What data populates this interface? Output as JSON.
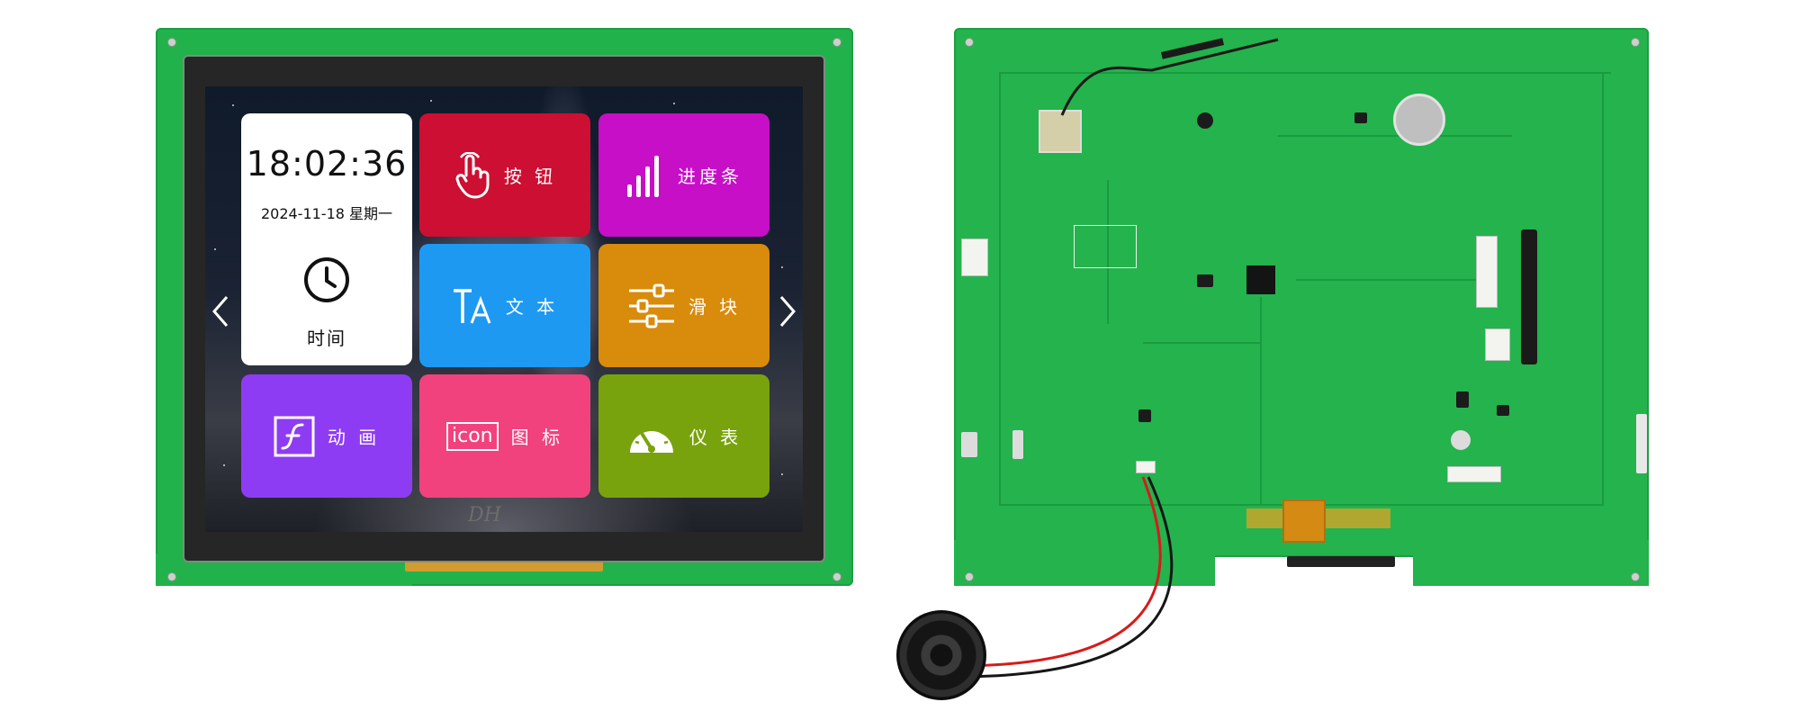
{
  "screen_ui": {
    "time_tile": {
      "time": "18:02:36",
      "date": "2024-11-18 星期一",
      "label": "时间",
      "icon": "clock-icon"
    },
    "tiles": [
      {
        "label": "按 钮",
        "icon": "hand-pointer-icon",
        "color": "#cc0f32"
      },
      {
        "label": "进度条",
        "icon": "progress-bars-icon",
        "color": "#c60fc7"
      },
      {
        "label": "文 本",
        "icon": "text-icon",
        "color": "#1e99f2"
      },
      {
        "label": "滑 块",
        "icon": "slider-icon",
        "color": "#d98b0b"
      },
      {
        "label": "动 画",
        "icon": "flash-icon",
        "color": "#8e3cf4"
      },
      {
        "label": "图 标",
        "icon_text": "icon",
        "color": "#f2427d"
      },
      {
        "label": "仪 表",
        "icon": "gauge-icon",
        "color": "#79a30d"
      }
    ],
    "nav": {
      "prev_icon": "chevron-left-icon",
      "next_icon": "chevron-right-icon"
    },
    "bezel_logo": "DH"
  },
  "colors": {
    "pcb_green": "#22b24c",
    "screen_bg": "#1a2233"
  }
}
